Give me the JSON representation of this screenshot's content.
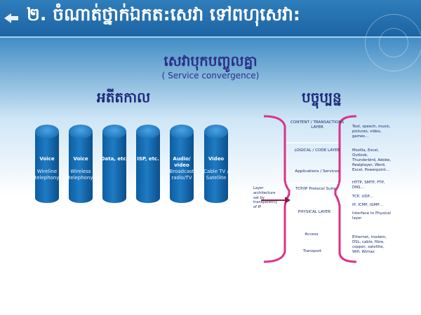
{
  "title": "២. ចំណាត់ថ្នាក់ឯកត:សេវា ទៅពហុសេវា:",
  "heading": {
    "khmer": "សេវាបុកបញ្ចូលគ្នា",
    "english": "( Service convergence)"
  },
  "columns": {
    "past": "អតីតកាល",
    "present": "បច្ចុប្បន្ន"
  },
  "colors": {
    "accent": "#1d64a3",
    "cylinder": "#0c5ea2",
    "pipe": "#d9328a",
    "arrow": "#8b1e4b"
  },
  "icons": [
    "bullet-arrow-icon"
  ],
  "cylinders": [
    {
      "title": "Voice",
      "sub": "Wireline telephony"
    },
    {
      "title": "Voice",
      "sub": "Wireless telephony"
    },
    {
      "title": "Data, etc.",
      "sub": ""
    },
    {
      "title": "ISP, etc.",
      "sub": ""
    },
    {
      "title": "Audio/ video",
      "sub": "Broadcast radio/TV"
    },
    {
      "title": "Video",
      "sub": "Cable TV / Satellite"
    }
  ],
  "pipe": {
    "layers": {
      "content": "CONTENT / TRANSACTIONS LAYER",
      "logical": "LOGICAL / CODE LAYER",
      "apps": "Applications / Services",
      "tcpip": "TCP/IP Protocol Suite",
      "physical": "PHYSICAL LAYER",
      "access": "Access",
      "transport": "Transport"
    },
    "notes": {
      "content": "Text, speech, music, pictures, video, games…",
      "logical": "Mozilla, Excel, Outlook, Thunderbird, Adobe, Realplayer, Word, Excel, Powerpoint…",
      "http": "HTTP, SMTP, FTP, DNS…",
      "tcp": "TCP, UDP…",
      "ip": "IP, ICMP, IGMP…",
      "interface": "Interface to Physical layer",
      "physical": "Ethernet, modem, DSL, cable, fibre, copper, satellite, Wifi, Wimax"
    },
    "side_note": "Layer architecture set by transparency of IP"
  }
}
